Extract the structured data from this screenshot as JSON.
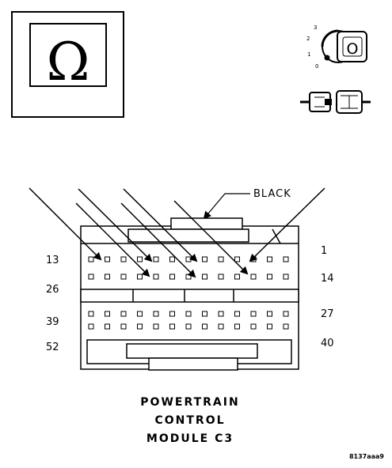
{
  "ohm_icon": {
    "name": "ohm-meter-icon",
    "symbol": "Ω"
  },
  "ignition_icon": {
    "name": "ignition-key-icon",
    "positions": [
      "3",
      "2",
      "1",
      "0"
    ],
    "key_letter": "O"
  },
  "connector_icon": {
    "name": "disconnected-connector-icon"
  },
  "wire_label": "BLACK",
  "pin_labels": {
    "left": [
      "13",
      "26",
      "39",
      "52"
    ],
    "right": [
      "1",
      "14",
      "27",
      "40"
    ]
  },
  "title_lines": [
    "POWERTRAIN",
    "CONTROL",
    "MODULE C3"
  ],
  "figure_code": "8137aaa9"
}
